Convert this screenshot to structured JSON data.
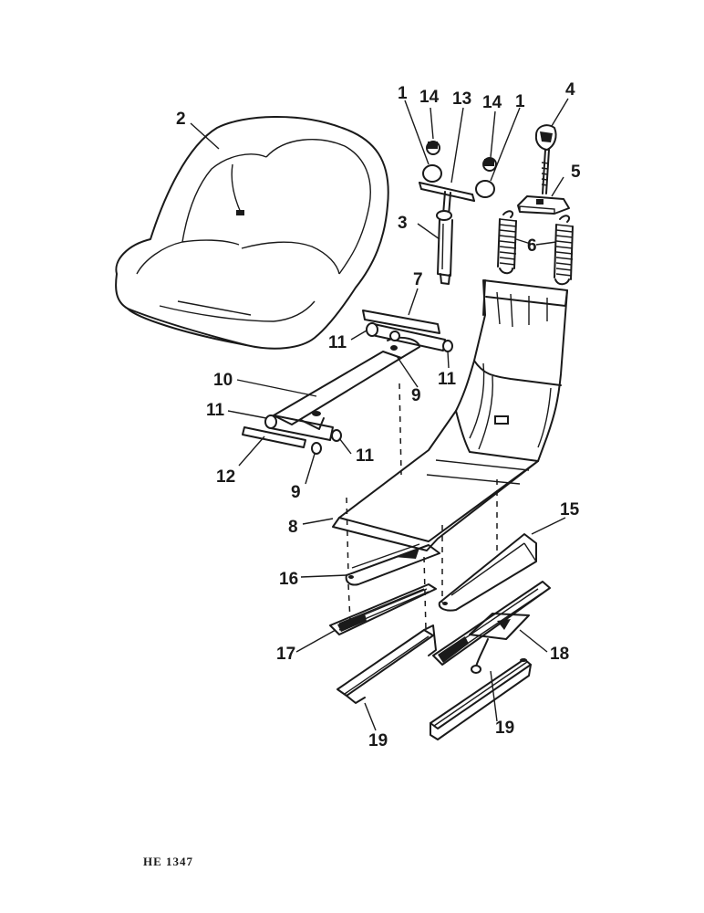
{
  "figure": {
    "reference_code": "HE 1347",
    "callouts": [
      {
        "id": "c1a",
        "text": "1"
      },
      {
        "id": "c14a",
        "text": "14"
      },
      {
        "id": "c13",
        "text": "13"
      },
      {
        "id": "c14b",
        "text": "14"
      },
      {
        "id": "c1b",
        "text": "1"
      },
      {
        "id": "c4",
        "text": "4"
      },
      {
        "id": "c2",
        "text": "2"
      },
      {
        "id": "c5",
        "text": "5"
      },
      {
        "id": "c3",
        "text": "3"
      },
      {
        "id": "c6",
        "text": "6"
      },
      {
        "id": "c7",
        "text": "7"
      },
      {
        "id": "c11a",
        "text": "11"
      },
      {
        "id": "c11b",
        "text": "11"
      },
      {
        "id": "c10",
        "text": "10"
      },
      {
        "id": "c9a",
        "text": "9"
      },
      {
        "id": "c11c",
        "text": "11"
      },
      {
        "id": "c11d",
        "text": "11"
      },
      {
        "id": "c12",
        "text": "12"
      },
      {
        "id": "c9b",
        "text": "9"
      },
      {
        "id": "c8",
        "text": "8"
      },
      {
        "id": "c15",
        "text": "15"
      },
      {
        "id": "c16",
        "text": "16"
      },
      {
        "id": "c17",
        "text": "17"
      },
      {
        "id": "c18",
        "text": "18"
      },
      {
        "id": "c19a",
        "text": "19"
      },
      {
        "id": "c19b",
        "text": "19"
      }
    ]
  }
}
